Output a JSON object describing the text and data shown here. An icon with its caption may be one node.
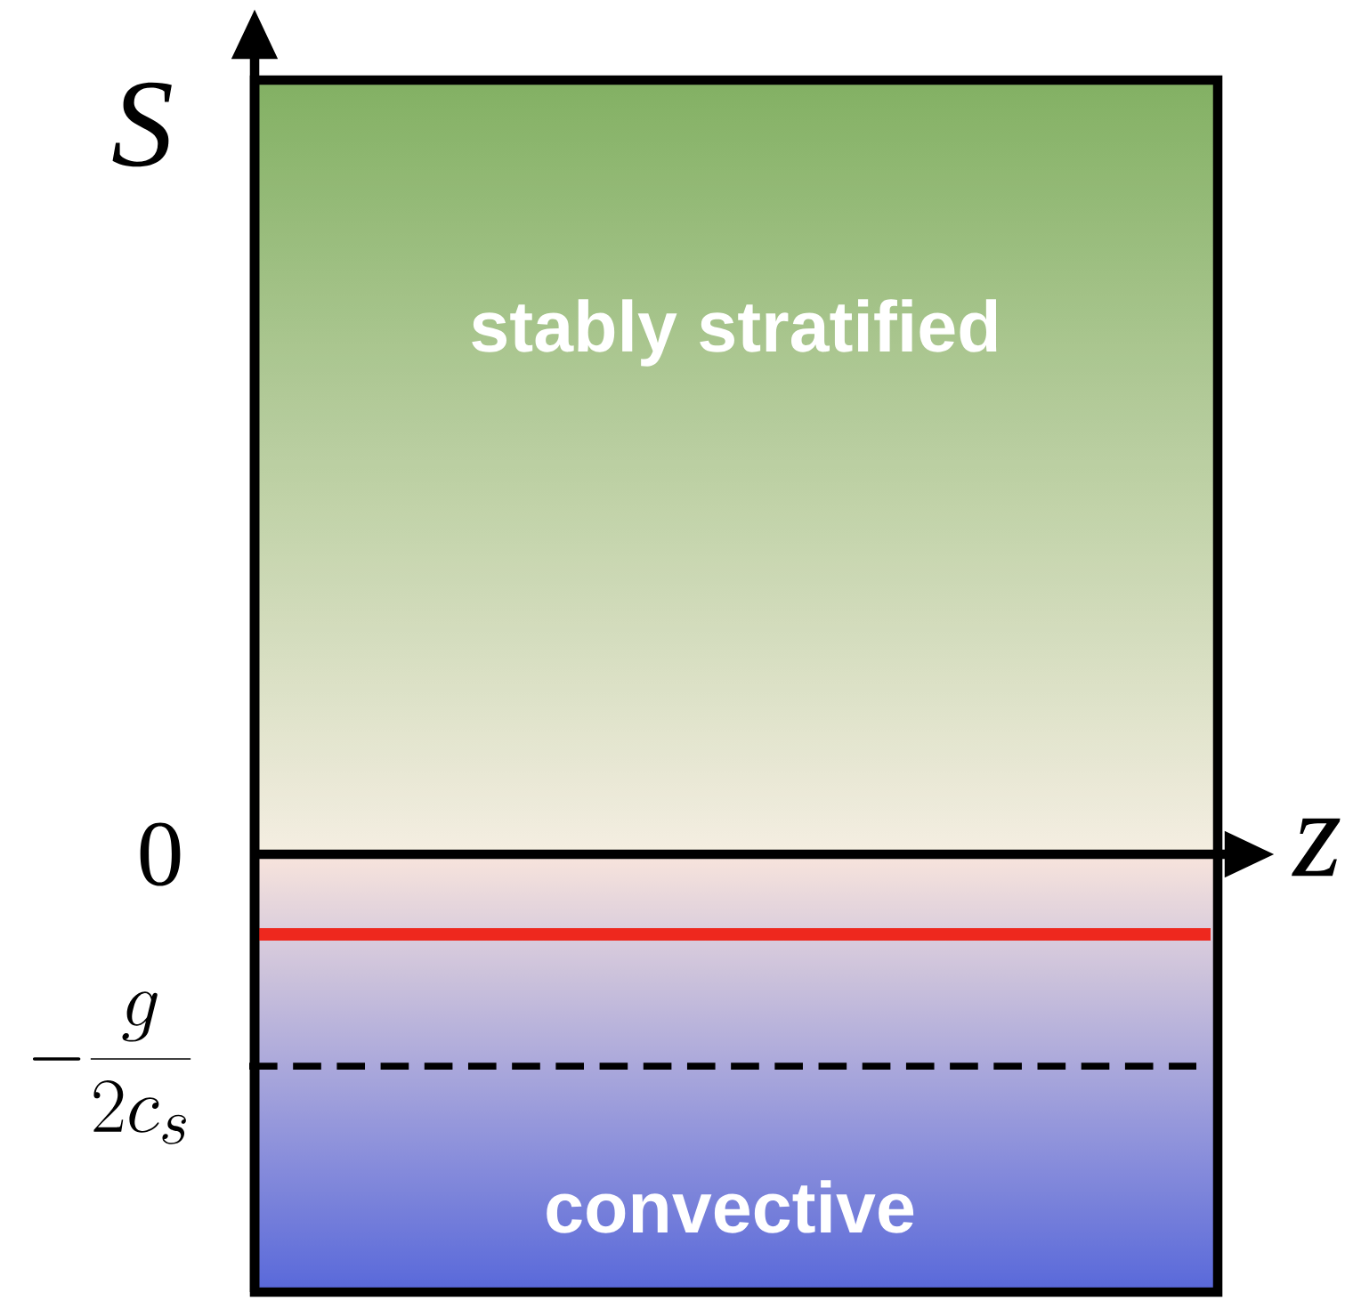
{
  "diagram": {
    "labels": [
      "S",
      "stably stratified",
      "0",
      "z",
      "-\\frac{g}{2c_s}",
      "convective"
    ]
  }
}
